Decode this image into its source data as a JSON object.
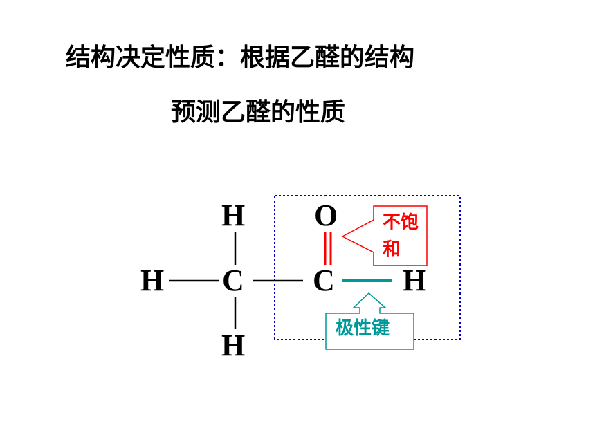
{
  "title": {
    "line1": "结构决定性质：根据乙醛的结构",
    "line2": "预测乙醛的性质"
  },
  "molecule": {
    "atom_h_top_left": "H",
    "atom_o": "O",
    "atom_h_left": "H",
    "atom_c_methyl": "C",
    "atom_c_carbonyl": "C",
    "atom_h_right": "H",
    "atom_h_bottom": "H"
  },
  "callouts": {
    "unsaturated_line1": "不饱",
    "unsaturated_line2": "和",
    "polar_bond": "极性键"
  },
  "colors": {
    "unsaturated": "#ff0000",
    "polar_bond": "#009999",
    "dashed_box": "#0000cc"
  }
}
